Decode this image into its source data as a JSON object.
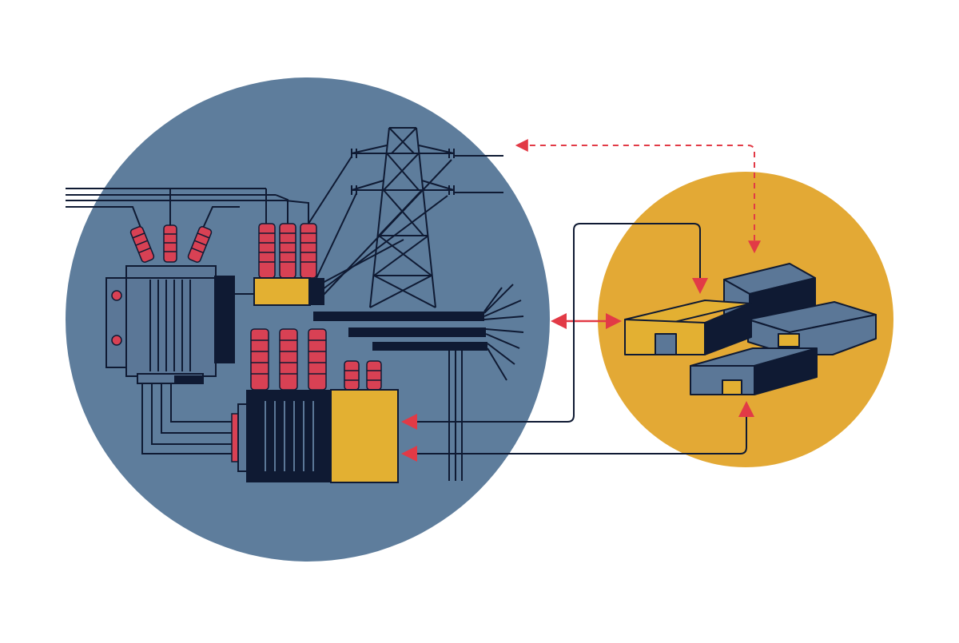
{
  "palette": {
    "background": "#ffffff",
    "left_circle": "#5e7d9c",
    "right_circle": "#e3a935",
    "navy": "#0f1a33",
    "slate_block": "#5b7797",
    "gold_block": "#e3b032",
    "insulator_red": "#d84154",
    "arrow_red": "#e23a46"
  },
  "icons": {
    "transformer": "power-transformer-icon",
    "tower": "transmission-tower-icon",
    "switchgear": "switchgear-unit-icon",
    "buildings": "isometric-buildings-icon",
    "arrow": "red-flow-arrow"
  },
  "flows": [
    {
      "from": "buildings",
      "to": "tower-lines",
      "style": "dashed",
      "direction": "two-way"
    },
    {
      "from": "grid",
      "to": "buildings",
      "style": "solid",
      "direction": "two-way"
    },
    {
      "from": "buildings",
      "to": "switchgear-upper",
      "style": "solid",
      "direction": "one-way"
    },
    {
      "from": "buildings",
      "to": "switchgear-lower",
      "style": "solid",
      "direction": "one-way"
    }
  ]
}
